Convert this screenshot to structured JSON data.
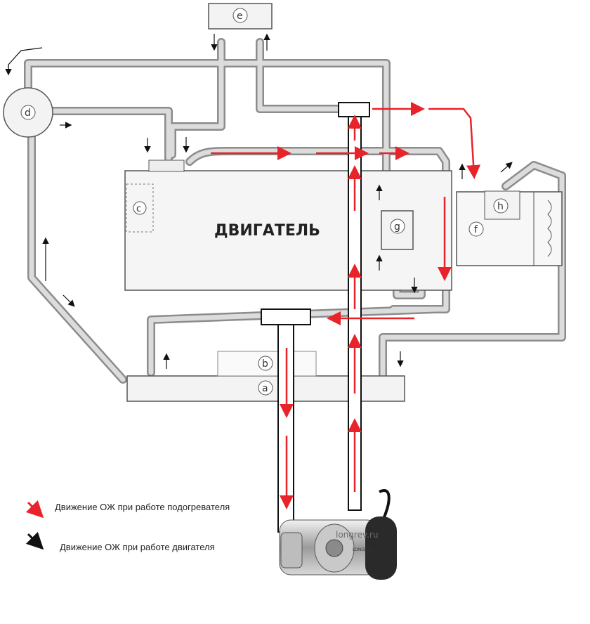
{
  "engine": {
    "label": "ДВИГАТЕЛЬ"
  },
  "components": {
    "a": "a",
    "b": "b",
    "c": "c",
    "d": "d",
    "e": "e",
    "f": "f",
    "g": "g",
    "h": "h"
  },
  "legend": {
    "heater": {
      "text": "Движение ОЖ при работе подогревателя",
      "color": "#e8232a"
    },
    "engine": {
      "text": "Движение ОЖ при работе двигателя",
      "color": "#111111"
    }
  },
  "heater_device": {
    "brand": "LONGREV",
    "watermark": "longrev.ru"
  },
  "colors": {
    "pipe": "#9a9a9a",
    "pipe_fill": "#cfcfcf",
    "flow_heater": "#e8232a",
    "outline": "#111111"
  }
}
